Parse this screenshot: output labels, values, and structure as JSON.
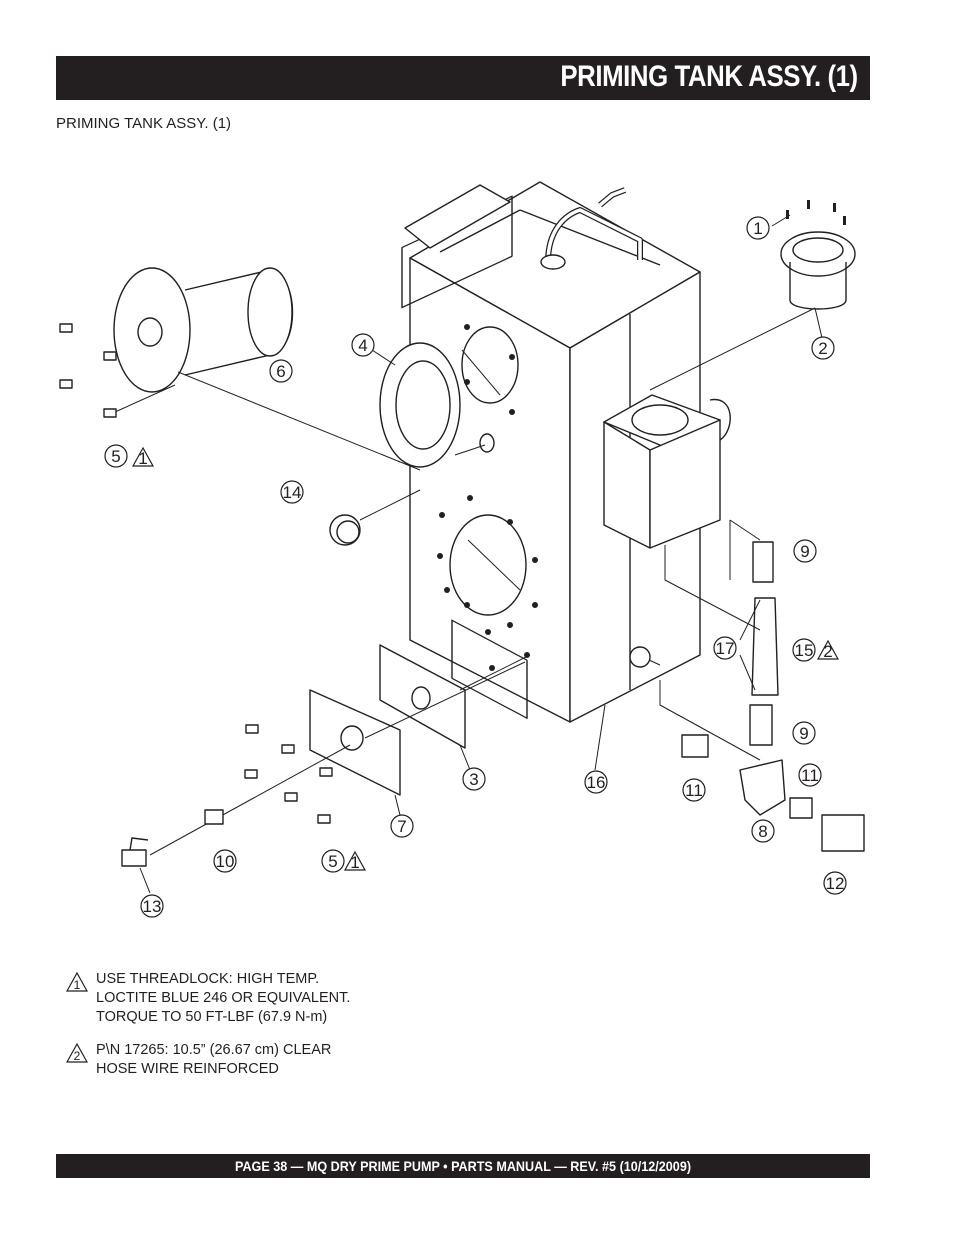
{
  "header": {
    "title": "PRIMING TANK ASSY. (1)"
  },
  "subtitle": "PRIMING TANK ASSY. (1)",
  "callouts": {
    "c1": "1",
    "c2": "2",
    "c3": "3",
    "c4": "4",
    "c5a": "5",
    "c5b": "5",
    "c6": "6",
    "c7": "7",
    "c8": "8",
    "c9a": "9",
    "c9b": "9",
    "c10": "10",
    "c11a": "11",
    "c11b": "11",
    "c12": "12",
    "c13": "13",
    "c14": "14",
    "c15": "15",
    "c16": "16",
    "c17": "17"
  },
  "note_markers": {
    "n1": "1",
    "n2": "2"
  },
  "notes": [
    {
      "marker": "1",
      "lines": [
        "USE THREADLOCK: HIGH TEMP.",
        "LOCTITE BLUE 246 OR EQUIVALENT.",
        "TORQUE TO 50 FT-LBF (67.9 N-m)"
      ]
    },
    {
      "marker": "2",
      "lines": [
        "P\\N 17265:  10.5” (26.67 cm) CLEAR",
        "HOSE WIRE REINFORCED"
      ]
    }
  ],
  "footer": {
    "text": "PAGE 38 — MQ DRY PRIME PUMP • PARTS MANUAL — REV. #5 (10/12/2009)"
  }
}
